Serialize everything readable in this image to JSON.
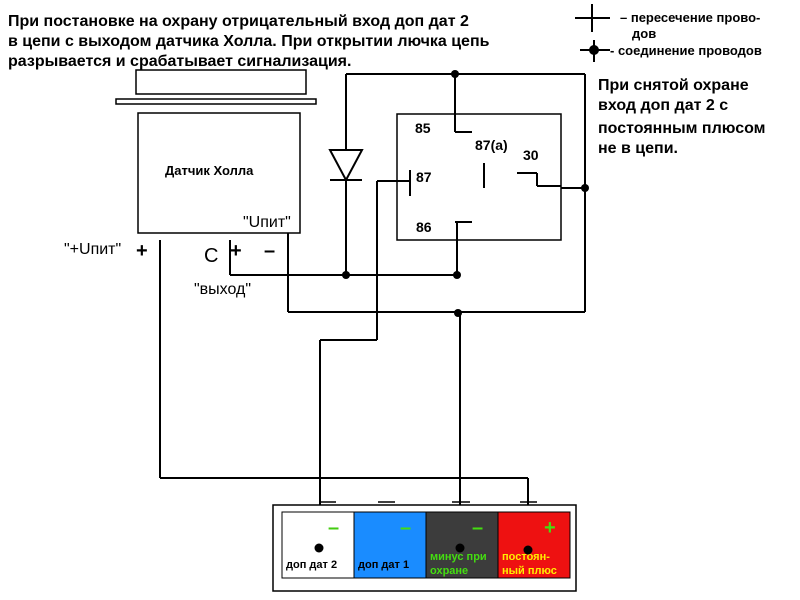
{
  "title_lines": [
    "При постановке на охрану отрицательный вход доп дат 2",
    "в цепи с выходом датчика Холла. При открытии лючка цепь",
    "разрывается и срабатывает сигнализация."
  ],
  "legend": {
    "crossing_line1": "– пересечение прово-",
    "crossing_line2": "дов",
    "connection": "- соединение проводов"
  },
  "note_lines": [
    "При снятой охране",
    "вход доп дат 2 с",
    "постоянным плюсом",
    "не в цепи."
  ],
  "sensor": {
    "label": "Датчик Холла",
    "supply_label": "\"Uпит\"",
    "output_letter": "C",
    "plus": "+",
    "minus": "–",
    "output_label": "\"выход\""
  },
  "supply": {
    "label": "\"+Uпит\"",
    "plus": "+"
  },
  "relay": {
    "pin85": "85",
    "pin87a": "87(a)",
    "pin30": "30",
    "pin87": "87",
    "pin86": "86"
  },
  "connector": {
    "cells": [
      {
        "sign": "–",
        "label_lines": [
          "доп дат 2"
        ],
        "bg": "#ffffff",
        "sign_color": "#44cc11",
        "label_color": "#000000"
      },
      {
        "sign": "–",
        "label_lines": [
          "доп дат 1"
        ],
        "bg": "#1a8cff",
        "sign_color": "#44dd11",
        "label_color": "#000000"
      },
      {
        "sign": "–",
        "label_lines": [
          "минус при",
          "охране"
        ],
        "bg": "#3c3c3c",
        "sign_color": "#44dd11",
        "label_color": "#44dd11"
      },
      {
        "sign": "+",
        "label_lines": [
          "постоян-",
          "ный плюс"
        ],
        "bg": "#ee1111",
        "sign_color": "#44dd11",
        "label_color": "#ffee00"
      }
    ]
  }
}
